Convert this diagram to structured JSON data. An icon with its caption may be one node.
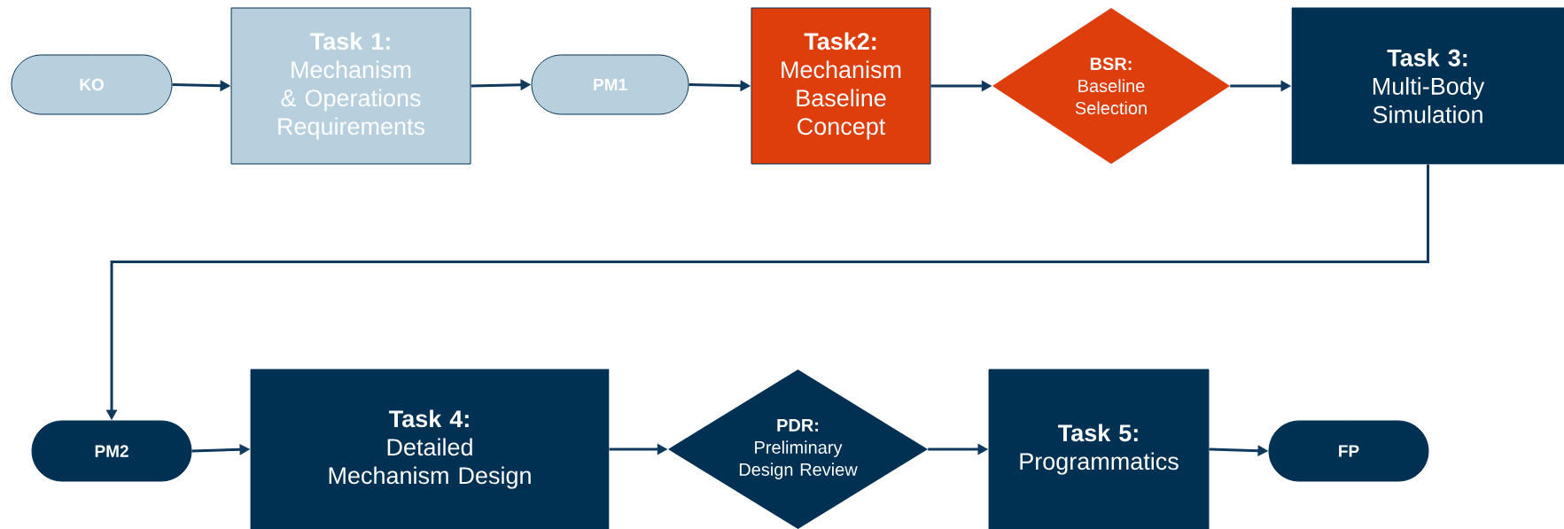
{
  "diagram": {
    "nodes": [
      {
        "text": [
          "KO"
        ]
      },
      {
        "text": [
          "Task 1:",
          "Mechanism & Operations Requirements"
        ]
      },
      {
        "text": [
          "PM1"
        ]
      },
      {
        "text": [
          "Task2:",
          "Mechanism Baseline Concept"
        ]
      },
      {
        "text": [
          "BSR:",
          "Baseline Selection"
        ]
      },
      {
        "text": [
          "Task 3:",
          "Multi-Body Simulation"
        ]
      },
      {
        "text": [
          "PM2"
        ]
      },
      {
        "text": [
          "Task 4:",
          "Detailed Mechanism Design"
        ]
      },
      {
        "text": [
          "PDR:",
          "Preliminary Design Review"
        ]
      },
      {
        "text": [
          "Task 5:",
          "Programmatics"
        ]
      },
      {
        "text": [
          "FP"
        ]
      }
    ],
    "edges": [
      {
        "from": 0,
        "to": 1,
        "arrow": "to"
      },
      {
        "from": 1,
        "to": 2,
        "arrow": "to"
      },
      {
        "from": 2,
        "to": 3,
        "arrow": "to"
      },
      {
        "from": 3,
        "to": 4,
        "arrow": "to"
      },
      {
        "from": 4,
        "to": 5,
        "arrow": "to"
      },
      {
        "from": 5,
        "to": 6,
        "arrow": "to"
      },
      {
        "from": 6,
        "to": 7,
        "arrow": "to"
      },
      {
        "from": 7,
        "to": 8,
        "arrow": "to"
      },
      {
        "from": 8,
        "to": 9,
        "arrow": "to"
      },
      {
        "from": 9,
        "to": 10,
        "arrow": "to"
      }
    ]
  }
}
